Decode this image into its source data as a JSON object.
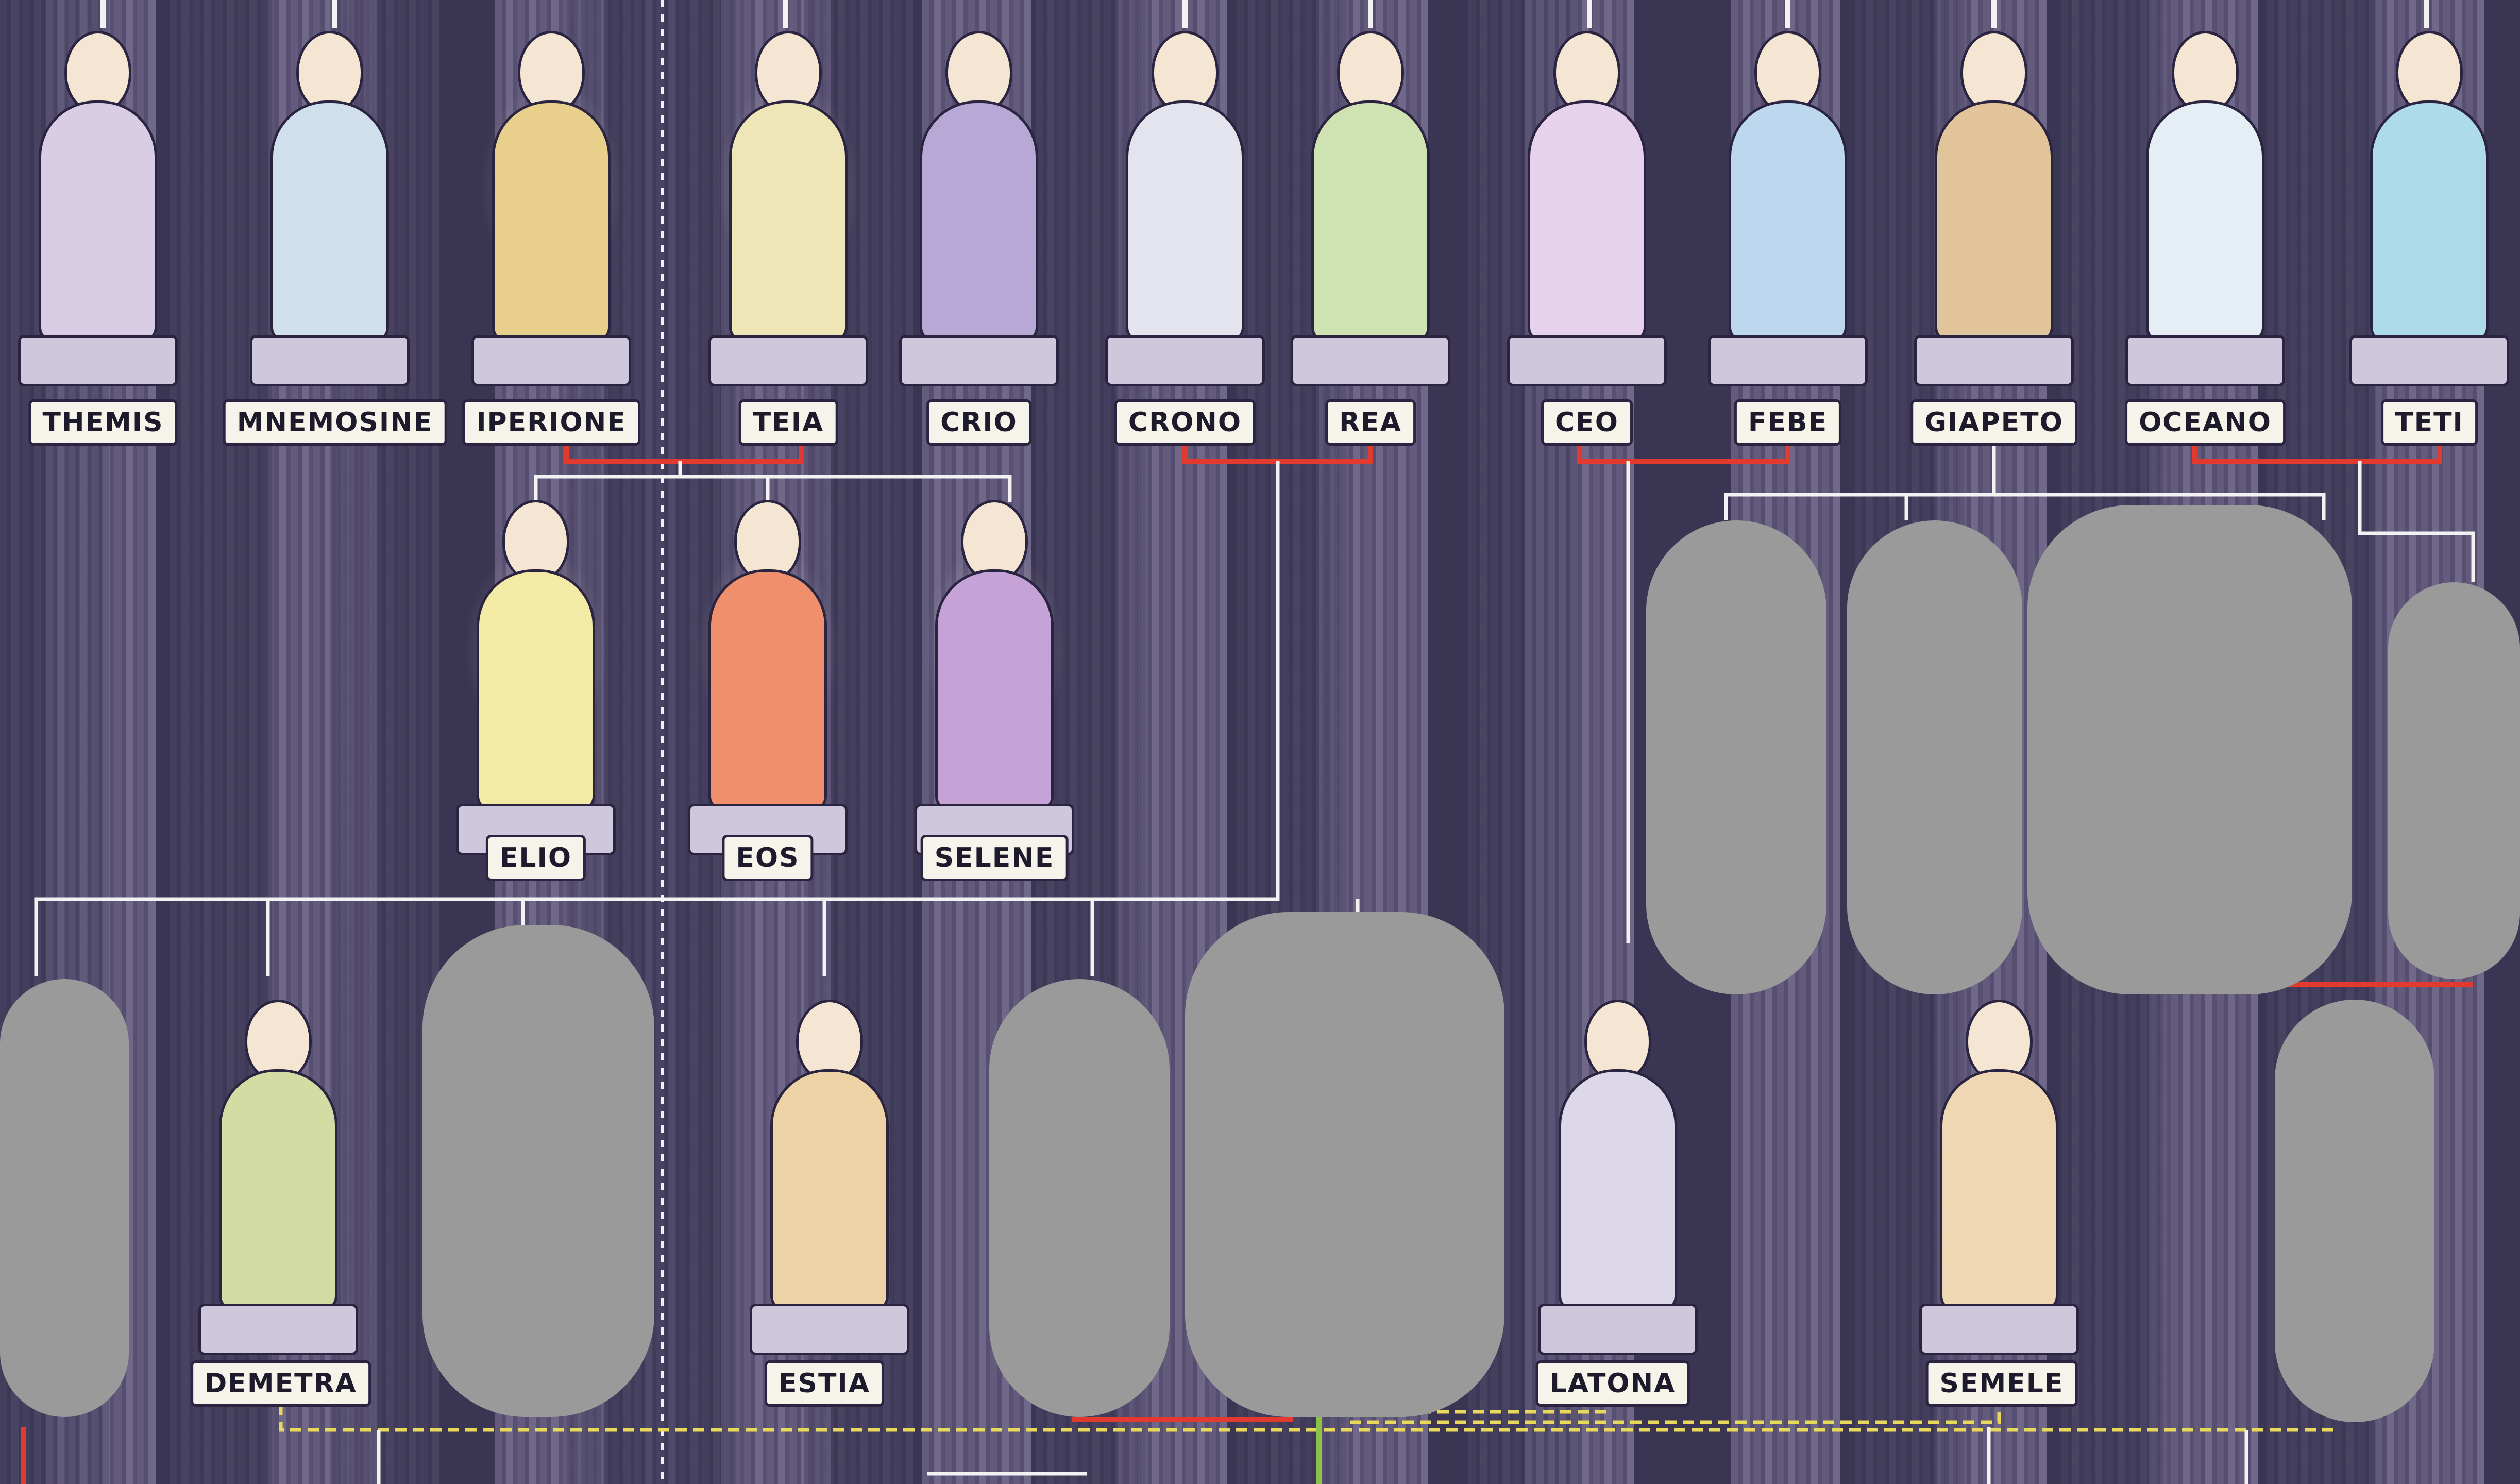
{
  "generation_1": [
    {
      "name": "THEMIS",
      "color": "#d9cde6"
    },
    {
      "name": "MNEMOSINE",
      "color": "#cfe0ec"
    },
    {
      "name": "IPERIONE",
      "color": "#e9cf8c"
    },
    {
      "name": "TEIA",
      "color": "#efe6b8"
    },
    {
      "name": "CRIO",
      "color": "#b7a8d6"
    },
    {
      "name": "CRONO",
      "color": "#e4e4ee"
    },
    {
      "name": "REA",
      "color": "#cfe3b2"
    },
    {
      "name": "CEO",
      "color": "#e6d2ec"
    },
    {
      "name": "FEBE",
      "color": "#bcd7ee"
    },
    {
      "name": "GIAPETO",
      "color": "#e2c49a"
    },
    {
      "name": "OCEANO",
      "color": "#e6eef5"
    },
    {
      "name": "TETI",
      "color": "#aedbe9"
    }
  ],
  "generation_2": [
    {
      "name": "ELIO",
      "color": "#f3eaa6"
    },
    {
      "name": "EOS",
      "color": "#ef8f6c"
    },
    {
      "name": "SELENE",
      "color": "#c6a3d6"
    }
  ],
  "generation_3": [
    {
      "name": "DEMETRA",
      "color": "#d3dca2"
    },
    {
      "name": "ESTIA",
      "color": "#ecd2a4"
    },
    {
      "name": "LATONA",
      "color": "#dcd8ea"
    },
    {
      "name": "SEMELE",
      "color": "#f0d7b4"
    }
  ],
  "colors": {
    "background": "#3a3552",
    "parent_link": "#e23a2e",
    "child_link": "#f2f2f2",
    "dashed_link": "#e9d95a",
    "green_link": "#8bc34a",
    "outline": "#2a2440"
  }
}
